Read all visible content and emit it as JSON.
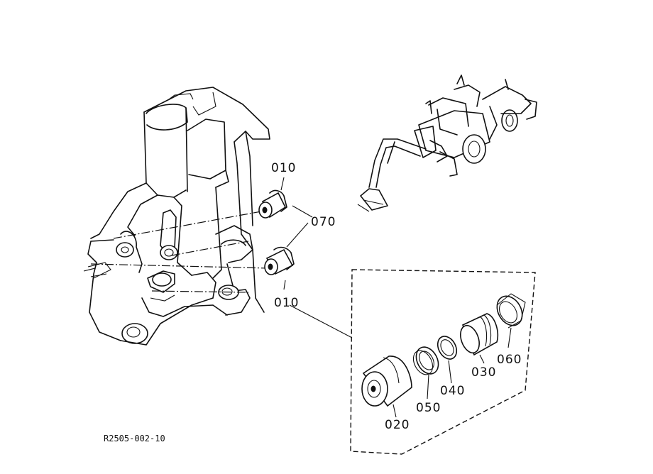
{
  "drawing_code": "R2505-002-10",
  "callouts": {
    "upper_bushing": "010",
    "lower_bushing": "010",
    "pin": "070",
    "bushing_020": "020",
    "ring_050": "050",
    "ring_040": "040",
    "collar_030": "030",
    "seal_060": "060"
  }
}
